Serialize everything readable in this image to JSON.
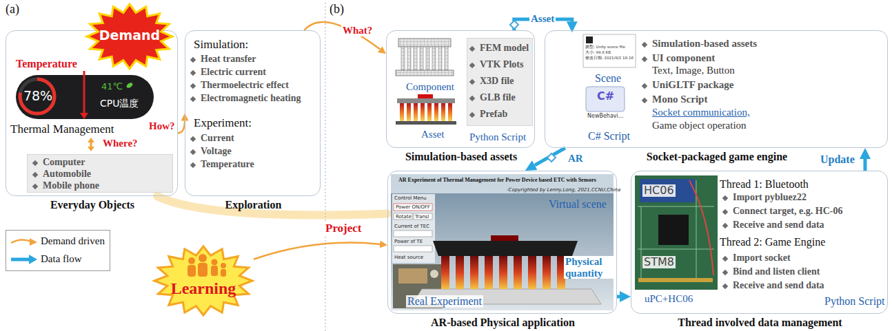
{
  "diagram": {
    "nodes": [
      {
        "text": [
          "Temperature",
          "Thermal Management",
          "Where?",
          "Everyday Objects"
        ]
      },
      {
        "text": [
          "78%",
          "41℃",
          "CPU温度"
        ],
        "in": 0
      },
      {
        "text": [
          "Computer",
          "Automobile",
          "Mobile phone"
        ],
        "in": 0
      },
      {
        "text": [
          "Demand"
        ]
      },
      {
        "text": [
          "Simulation:",
          "Heat transfer",
          "Electric current",
          "Thermoelectric effect",
          "Electromagnetic heating",
          "Experiment:",
          "Current",
          "Voltage",
          "Temperature",
          "Exploration"
        ]
      },
      {
        "text": [
          "Learning"
        ]
      },
      {
        "text": [
          "Component",
          "Asset",
          "Python Script",
          "Simulation-based assets"
        ]
      },
      {
        "text": [
          "FEM model",
          "VTK Plots",
          "X3D file",
          "GLB file",
          "Prefab"
        ],
        "in": 6
      },
      {
        "text": [
          "Scene",
          "C# Script",
          "Socket-packaged game engine"
        ]
      },
      {
        "text": [
          "Simulation-based assets",
          "UI component",
          "Text, Image, Button",
          "UniGLTF package",
          "Mono Script",
          "Socket communication,",
          "Game object operation"
        ],
        "in": 8
      },
      {
        "text": [
          "Virtual scene",
          "Real Experiment",
          "AR-based Physical application"
        ]
      },
      {
        "text": [
          "Thread 1: Bluetooth",
          "Import pybluez22",
          "Connect target, e.g. HC-06",
          "Receive and send data",
          "Thread 2: Game Engine",
          "Import socket",
          "Bind and listen client",
          "Receive and send data",
          "Python Script",
          "Thread involved data management"
        ]
      }
    ],
    "edges": [
      {
        "from": 0,
        "to": 4,
        "label": "How?",
        "arrow": "to"
      },
      {
        "from": 4,
        "to": 6,
        "label": "What?",
        "arrow": "to"
      },
      {
        "from": 5,
        "to": 10,
        "label": "Project",
        "arrow": "to"
      },
      {
        "from": 0,
        "to": 10,
        "arrow": "none"
      },
      {
        "from": 6,
        "to": 8,
        "label": "Asset",
        "arrow": "to"
      },
      {
        "from": 8,
        "to": 10,
        "label": "AR",
        "arrow": "to"
      },
      {
        "from": 10,
        "to": 11,
        "label": "Physical quantity",
        "arrow": "to"
      },
      {
        "from": 11,
        "to": 8,
        "label": "Update",
        "arrow": "to"
      }
    ],
    "labels": [
      "(a)",
      "(b)",
      "类型: Unity scene file",
      "大小: 99.8 KB",
      "修改日期: 2021/8/2 18:16",
      "C#",
      "NewBehavi...",
      "AR Experiment of Thermal Management for Power Device based ETC with Sensors",
      "-Copyrighted by Lenny,Long, 2021,CCNU,China",
      "Control Menu",
      "Power ON/OFF",
      "Rotate",
      "Transl",
      "Current of TEC",
      "Power of TE",
      "Heat source",
      "HC06",
      "STM8",
      "uPC+HC06"
    ],
    "legend": [
      {
        "text": "Demand driven"
      },
      {
        "text": "Data flow"
      }
    ]
  }
}
